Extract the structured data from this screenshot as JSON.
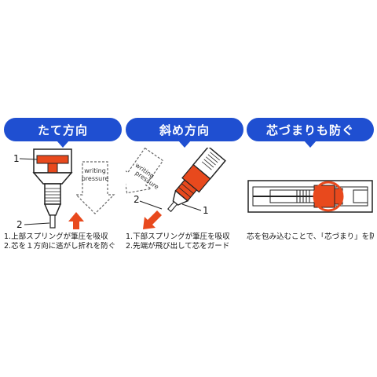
{
  "panels": [
    {
      "title": "たて方向",
      "label_1": "1",
      "label_2": "2",
      "arrow_text": [
        "writing",
        "pressure"
      ],
      "captions": [
        "1.上部スプリングが筆圧を吸収",
        "2.芯を１方向に逃がし折れを防ぐ"
      ]
    },
    {
      "title": "斜め方向",
      "label_1": "1",
      "label_2": "2",
      "arrow_text": [
        "writing",
        "pressure"
      ],
      "captions": [
        "1.下部スプリングが筆圧を吸収",
        "2.先端が飛び出して芯をガード"
      ]
    },
    {
      "title": "芯づまりも防ぐ",
      "captions": [
        "芯を包み込むことで、「芯づまり」を防ぎます。"
      ]
    }
  ],
  "colors": {
    "header_blue": "#1f4fd1",
    "accent_orange": "#e8491d",
    "outline": "#222222"
  }
}
